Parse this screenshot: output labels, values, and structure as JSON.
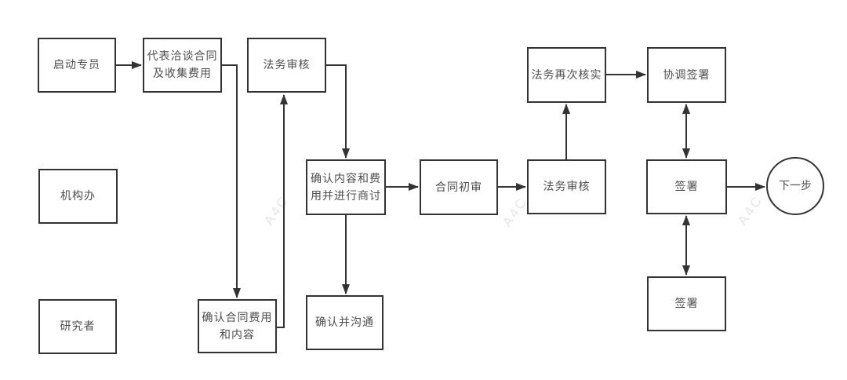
{
  "diagram": {
    "watermark": "A4C",
    "nodes": {
      "start_specialist": {
        "label": "启动专员"
      },
      "negotiate_contract": {
        "label": "代表洽谈合同\n及收集费用"
      },
      "legal_review_1": {
        "label": "法务审核"
      },
      "legal_recheck": {
        "label": "法务再次核实"
      },
      "coordinate_sign": {
        "label": "协调签署"
      },
      "org_office": {
        "label": "机构办"
      },
      "confirm_content_fee": {
        "label": "确认内容和费\n用并进行商讨"
      },
      "contract_initial_review": {
        "label": "合同初审"
      },
      "legal_review_2": {
        "label": "法务审核"
      },
      "sign_middle": {
        "label": "签署"
      },
      "next_step": {
        "label": "下一步"
      },
      "researcher": {
        "label": "研究者"
      },
      "confirm_fee_content": {
        "label": "确认合同费用\n和内容"
      },
      "confirm_communicate": {
        "label": "确认并沟通"
      },
      "sign_bottom": {
        "label": "签署"
      }
    }
  }
}
